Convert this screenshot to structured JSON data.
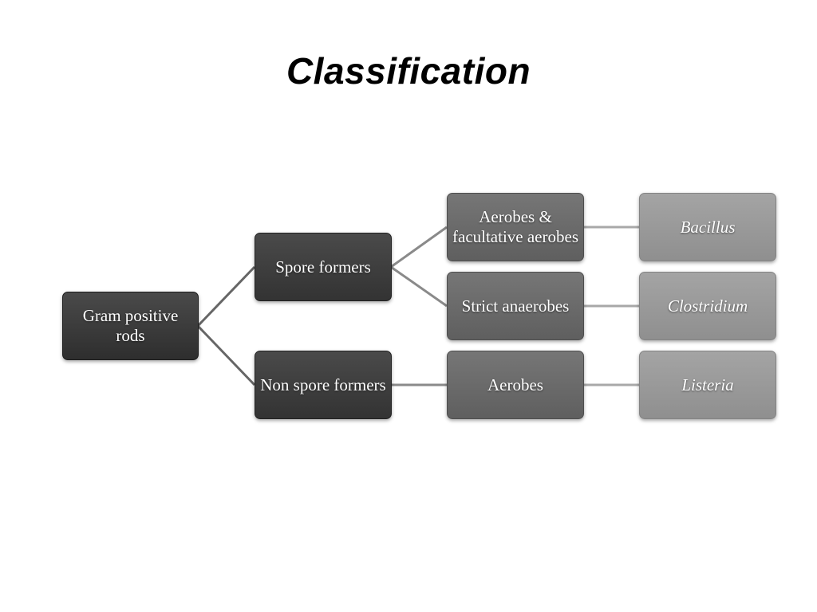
{
  "title": "Classification",
  "nodes": {
    "root": "Gram positive rods",
    "spore_formers": "Spore formers",
    "non_spore_formers": "Non spore formers",
    "aerobes_facultative": "Aerobes & facultative aerobes",
    "strict_anaerobes": "Strict anaerobes",
    "aerobes": "Aerobes",
    "bacillus": "Bacillus",
    "clostridium": "Clostridium",
    "listeria": "Listeria"
  },
  "colors": {
    "level1": "#333333",
    "level2": "#3a3a3a",
    "level3": "#6a6a6a",
    "level4": "#9a9a9a",
    "connector_dark": "#666666",
    "connector_light": "#9e9e9e"
  }
}
